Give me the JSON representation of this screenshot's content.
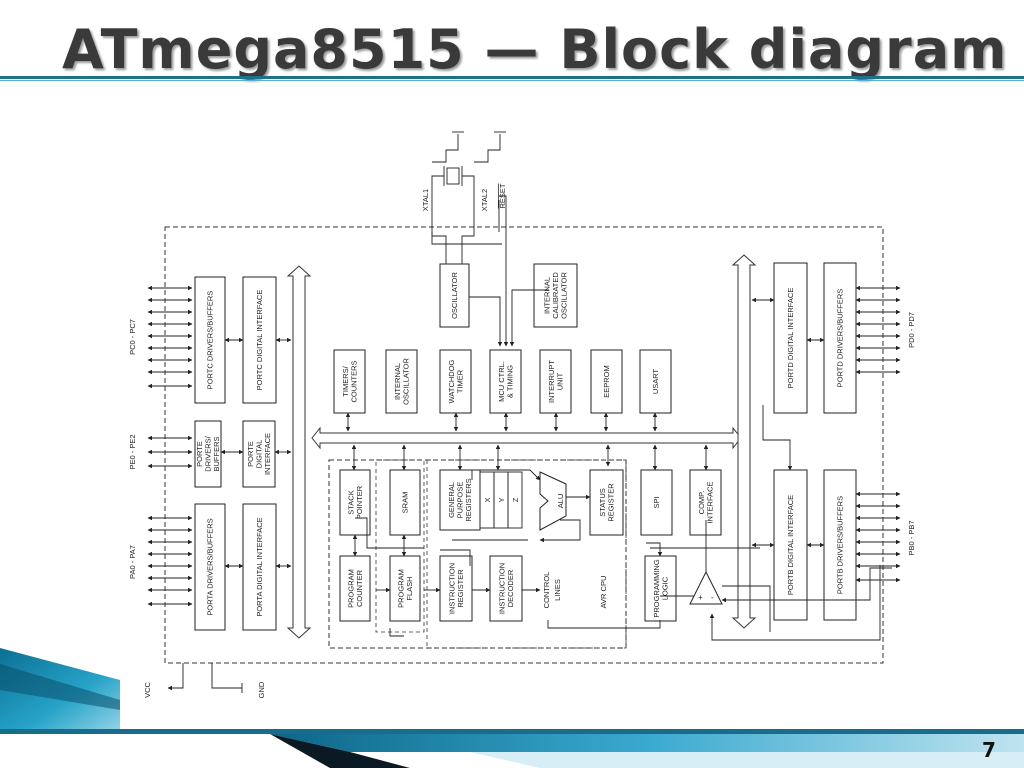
{
  "slide": {
    "title": "ATmega8515 — Block diagram",
    "number": "7"
  },
  "diagram": {
    "blocks": {
      "portc_drivers": [
        "PORTC DRIVERS/BUFFERS"
      ],
      "portc_digital": [
        "PORTC DIGITAL INTERFACE"
      ],
      "porte_drivers": [
        "PORTE",
        "DRIVERS/",
        "BUFFERS"
      ],
      "porte_digital": [
        "PORTE",
        "DIGITAL",
        "INTERFACE"
      ],
      "porta_drivers": [
        "PORTA DRIVERS/BUFFERS"
      ],
      "porta_digital": [
        "PORTA DIGITAL INTERFACE"
      ],
      "oscillator": [
        "OSCILLATOR"
      ],
      "internal_calibrated_oscillator": [
        "INTERNAL",
        "CALIBRATED",
        "OSCILLATOR"
      ],
      "timers_counters": [
        "TIMERS/",
        "COUNTERS"
      ],
      "internal_oscillator": [
        "INTERNAL",
        "OSCILLATOR"
      ],
      "watchdog_timer": [
        "WATCHDOG",
        "TIMER"
      ],
      "mcu_ctrl_timing": [
        "MCU CTRL.",
        "& TIMING"
      ],
      "interrupt_unit": [
        "INTERRUPT",
        "UNIT"
      ],
      "eeprom": [
        "EEPROM"
      ],
      "usart": [
        "USART"
      ],
      "portd_digital": [
        "PORTD DIGITAL INTERFACE"
      ],
      "portd_drivers": [
        "PORTD DRIVERS/BUFFERS"
      ],
      "stack_pointer": [
        "STACK",
        "POINTER"
      ],
      "sram": [
        "SRAM"
      ],
      "general_purpose_registers": [
        "GENERAL",
        "PURPOSE",
        "REGISTERS"
      ],
      "status_register": [
        "STATUS",
        "REGISTER"
      ],
      "spi": [
        "SPI"
      ],
      "comp_interface": [
        "COMP.",
        "INTERFACE"
      ],
      "portb_digital": [
        "PORTB DIGITAL INTERFACE"
      ],
      "portb_drivers": [
        "PORTB DRIVERS/BUFFERS"
      ],
      "program_counter": [
        "PROGRAM",
        "COUNTER"
      ],
      "program_flash": [
        "PROGRAM",
        "FLASH"
      ],
      "instruction_register": [
        "INSTRUCTION",
        "REGISTER"
      ],
      "instruction_decoder": [
        "INSTRUCTION",
        "DECODER"
      ],
      "programming_logic": [
        "PROGRAMMING",
        "LOGIC"
      ]
    },
    "labels": {
      "alu": "ALU",
      "reg_x": "X",
      "reg_y": "Y",
      "reg_z": "Z",
      "control_lines": [
        "CONTROL",
        "LINES"
      ],
      "avr_cpu": "AVR CPU",
      "xtal1": "XTAL1",
      "xtal2": "XTAL2",
      "reset": "RESET",
      "comparator_plus": "+",
      "comparator_minus": "-"
    },
    "pins": {
      "portc": "PC0 - PC7",
      "porte": "PE0 - PE2",
      "porta": "PA0 - PA7",
      "portd": "PD0 - PD7",
      "portb": "PB0 - PB7",
      "vcc": "VCC",
      "gnd": "GND"
    }
  }
}
